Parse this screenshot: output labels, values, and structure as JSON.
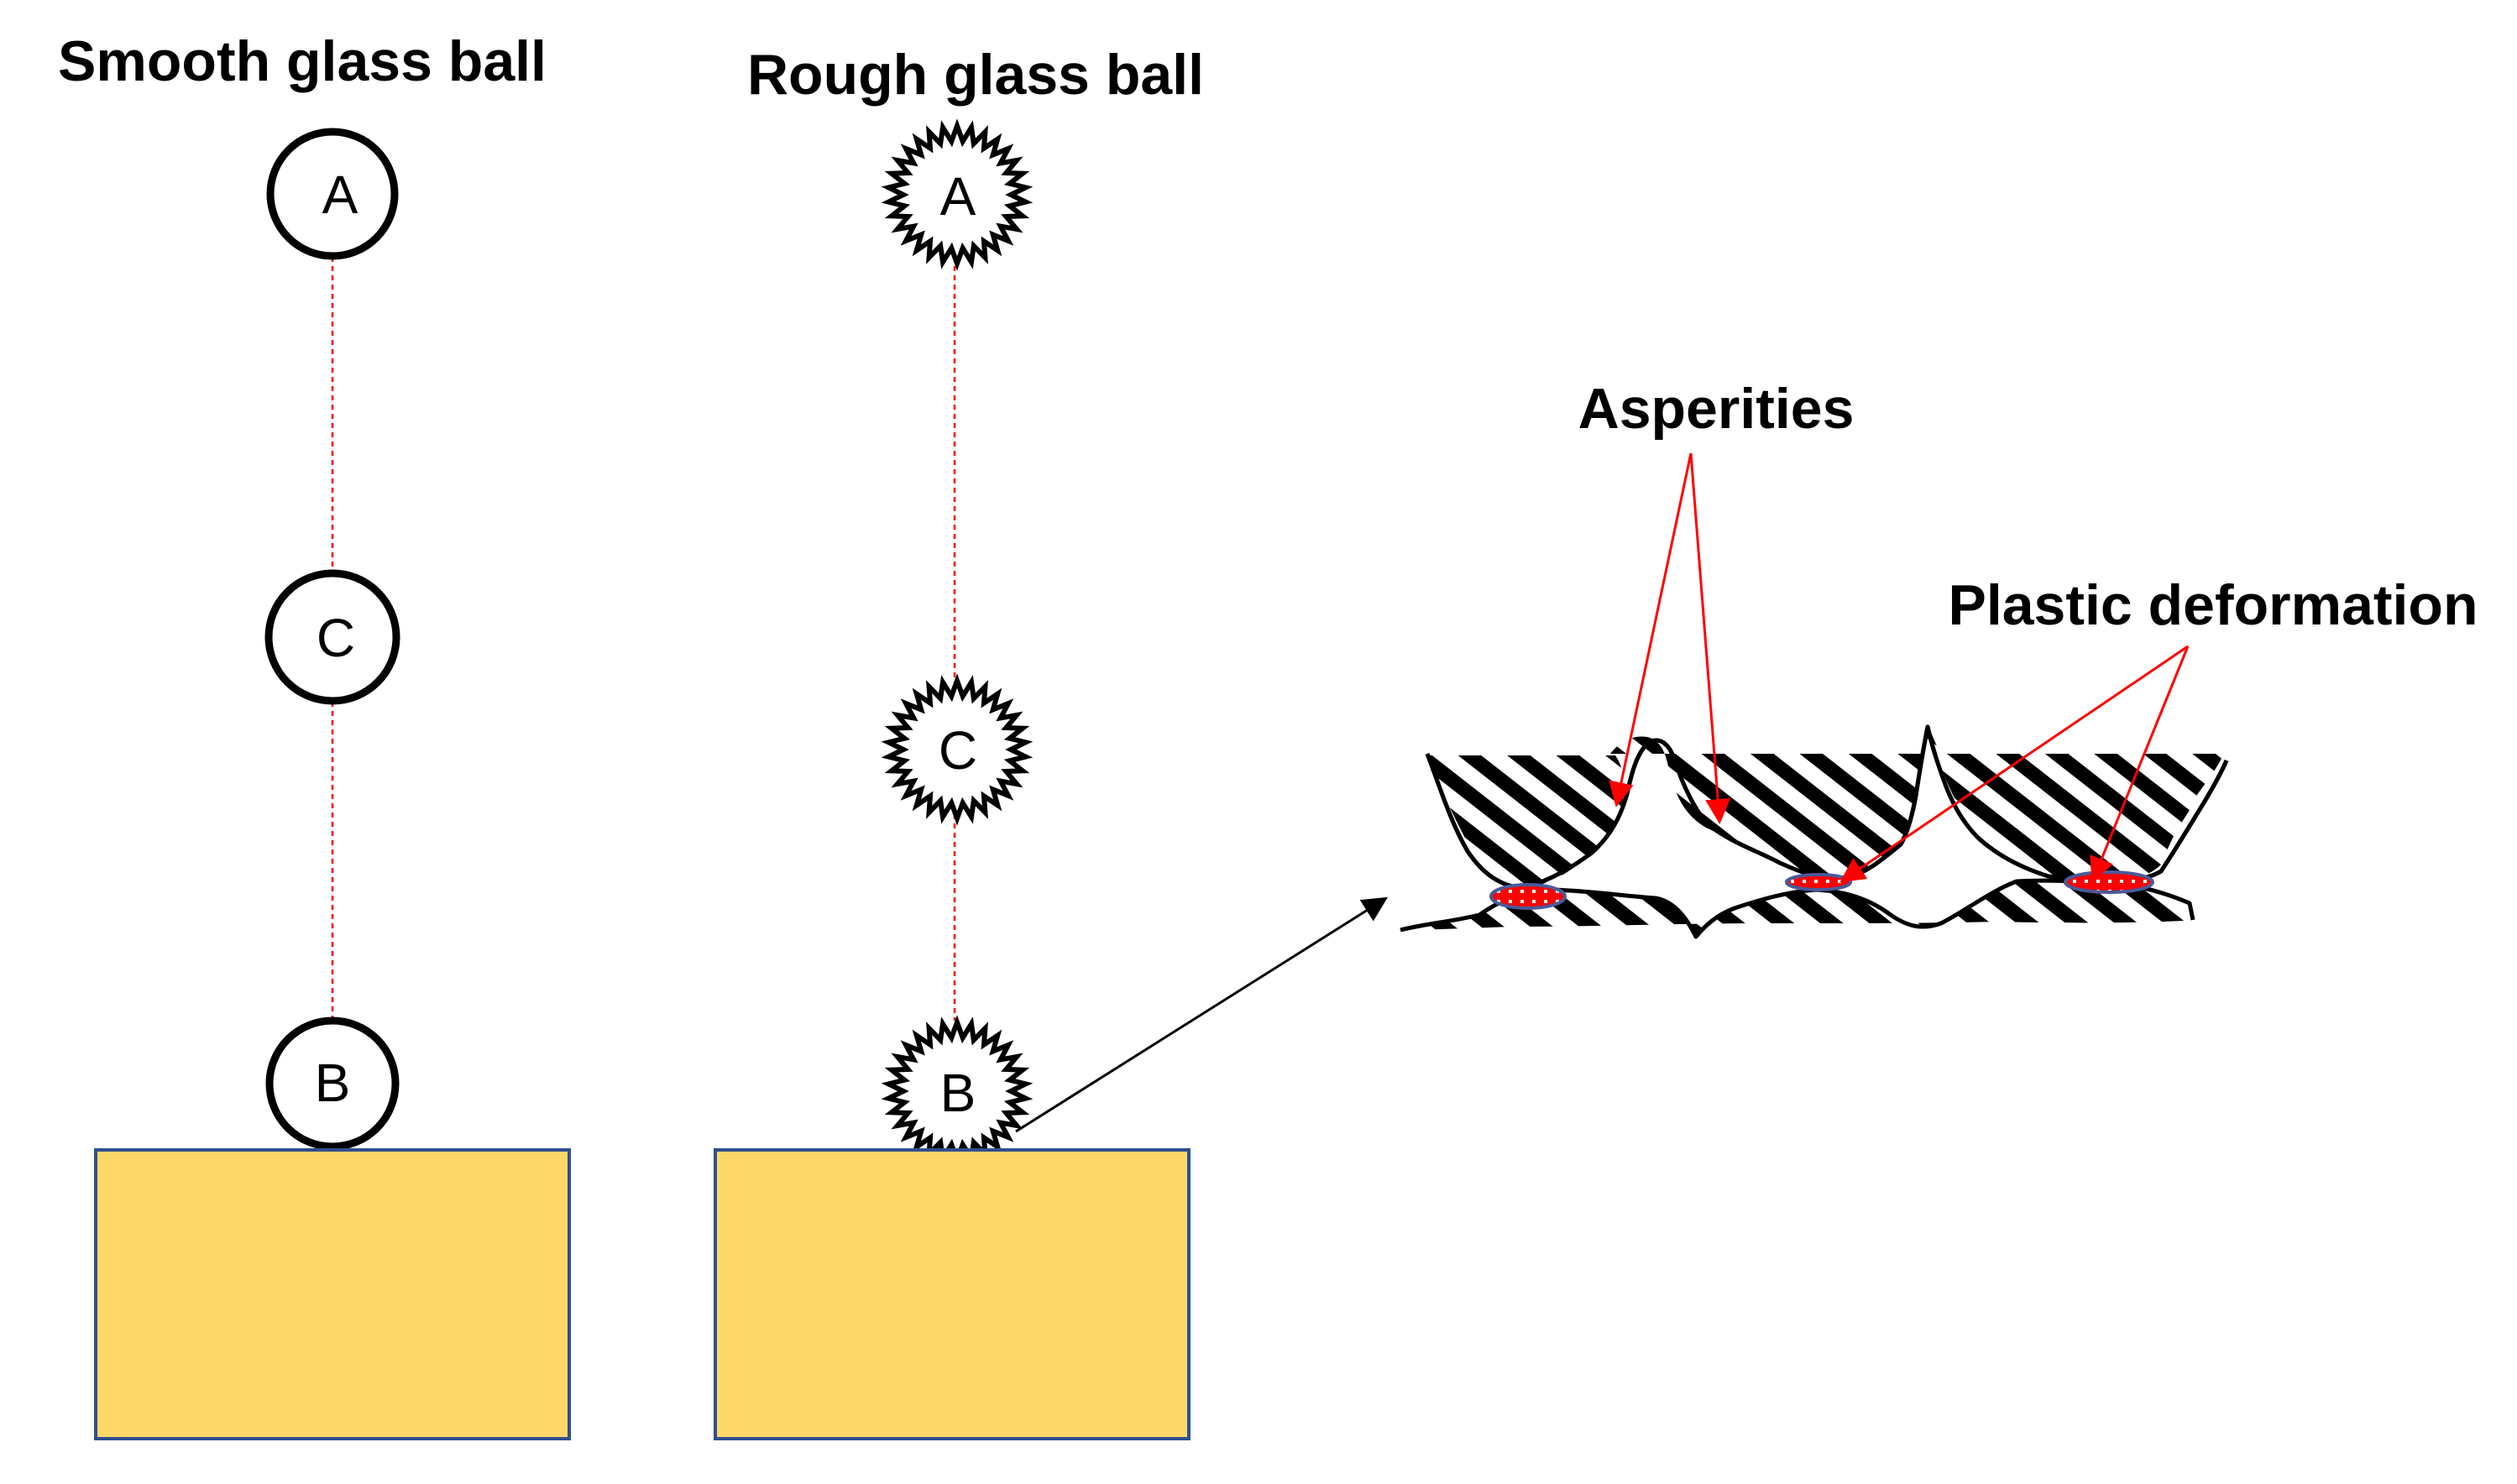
{
  "titles": {
    "smooth": "Smooth glass ball",
    "rough": "Rough glass ball"
  },
  "smooth_balls": {
    "top": "A",
    "middle": "C",
    "bottom": "B"
  },
  "rough_balls": {
    "top": "A",
    "middle": "C",
    "bottom": "B"
  },
  "callouts": {
    "asperities": "Asperities",
    "plastic_deformation": "Plastic deformation"
  },
  "colors": {
    "block_fill": "#FDD868",
    "block_stroke": "#2F4F8F",
    "drop_path": "#FF0000",
    "callout_arrow": "#FF0000",
    "deformation_fill": "#FF0000",
    "deformation_outline": "#4A5A9A",
    "zoom_arrow": "#000000",
    "hatch": "#000000"
  }
}
